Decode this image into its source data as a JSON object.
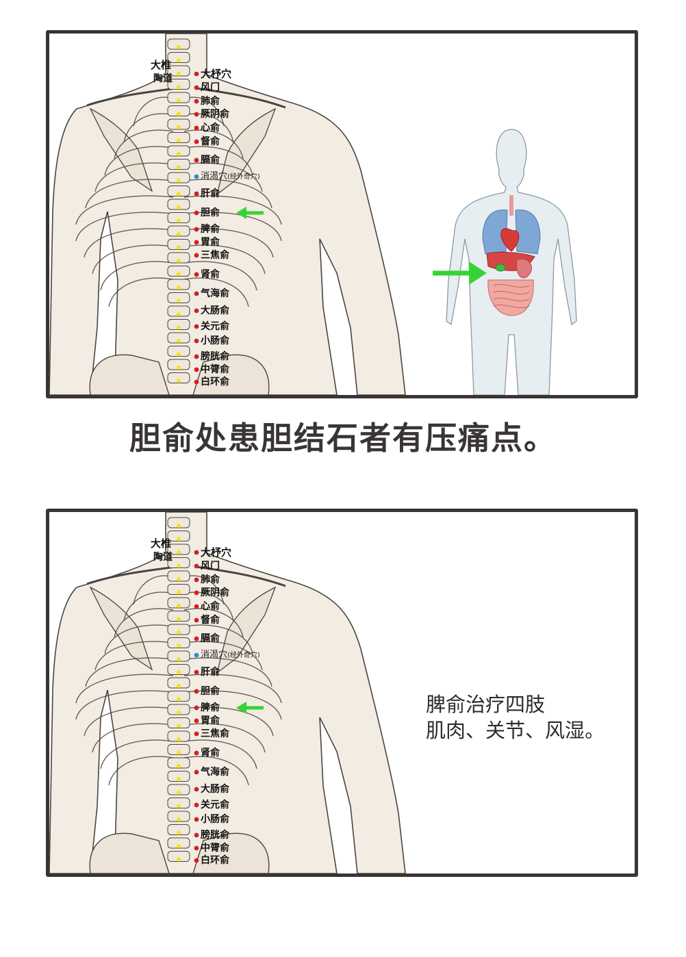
{
  "panels": [
    {
      "labels_left": [
        "大椎",
        "陶道"
      ],
      "labels_right": [
        "大杼穴",
        "风门",
        "肺俞",
        "厥阴俞",
        "心俞",
        "督俞",
        "膈俞",
        "消渴穴",
        "肝俞",
        "胆俞",
        "脾俞",
        "胃俞",
        "三焦俞",
        "肾俞",
        "气海俞",
        "大肠俞",
        "关元俞",
        "小肠俞",
        "膀胱俞",
        "中膂俞",
        "白环俞"
      ],
      "extra_note": "(经外奇穴)",
      "highlight": "胆俞"
    },
    {
      "labels_left": [
        "大椎",
        "陶道"
      ],
      "labels_right": [
        "大杼穴",
        "风门",
        "肺俞",
        "厥阴俞",
        "心俞",
        "督俞",
        "膈俞",
        "消渴穴",
        "肝俞",
        "胆俞",
        "脾俞",
        "胃俞",
        "三焦俞",
        "肾俞",
        "气海俞",
        "大肠俞",
        "关元俞",
        "小肠俞",
        "膀胱俞",
        "中膂俞",
        "白环俞"
      ],
      "extra_note": "(经外奇穴)",
      "highlight": "脾俞"
    }
  ],
  "caption1": "胆俞处患胆结石者有压痛点。",
  "panel2_text": {
    "line1": "脾俞治疗四肢",
    "line2": "肌肉、关节、风湿。"
  },
  "colors": {
    "border": "#3a3535",
    "acupoint": "#d42020",
    "special_point": "#2a8fd0",
    "spine_point": "#f2e51a",
    "arrow": "#35d435",
    "skin": "#f3ece2",
    "bone_line": "#4a4440"
  }
}
